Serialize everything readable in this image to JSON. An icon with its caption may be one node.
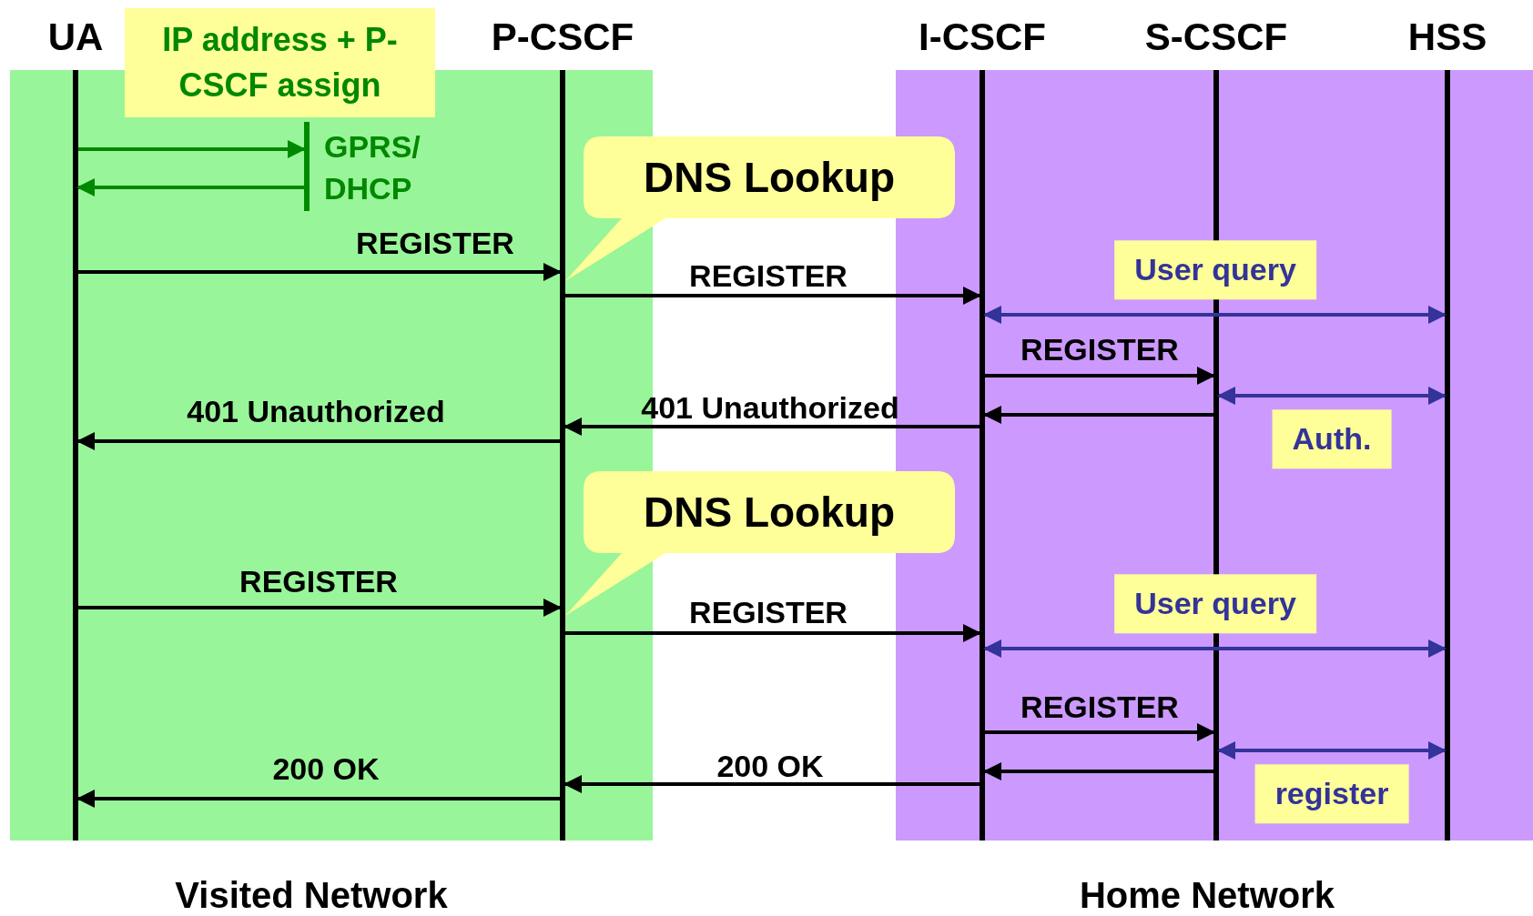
{
  "diagram": {
    "nodes": [
      {
        "text": [
          "Visited Network"
        ]
      },
      {
        "text": [
          "Home Network"
        ]
      },
      {
        "text": [
          "UA"
        ],
        "in": 0
      },
      {
        "text": [
          "P-CSCF"
        ],
        "in": 0
      },
      {
        "text": [
          "I-CSCF"
        ],
        "in": 1
      },
      {
        "text": [
          "S-CSCF"
        ],
        "in": 1
      },
      {
        "text": [
          "HSS"
        ],
        "in": 1
      },
      {
        "text": [
          "GPRS/ DHCP"
        ],
        "in": 0
      },
      {
        "text": [
          "IP address + P-CSCF assign"
        ],
        "in": 0
      },
      {
        "text": [
          "DNS Lookup"
        ]
      },
      {
        "text": [
          "DNS Lookup"
        ]
      }
    ],
    "edges": [
      {
        "from": 2,
        "to": 7,
        "arrow": "to",
        "color": "#008800"
      },
      {
        "from": 7,
        "to": 2,
        "arrow": "to",
        "color": "#008800"
      },
      {
        "from": 2,
        "to": 3,
        "arrow": "to",
        "label": "REGISTER"
      },
      {
        "from": 3,
        "to": 4,
        "arrow": "to",
        "label": "REGISTER"
      },
      {
        "from": 4,
        "to": 6,
        "arrow": "both",
        "label": "User query",
        "color": "#333399"
      },
      {
        "from": 4,
        "to": 5,
        "arrow": "to",
        "label": "REGISTER"
      },
      {
        "from": 5,
        "to": 6,
        "arrow": "both",
        "label": "Auth.",
        "color": "#333399"
      },
      {
        "from": 5,
        "to": 4,
        "arrow": "to"
      },
      {
        "from": 4,
        "to": 3,
        "arrow": "to",
        "label": "401 Unauthorized"
      },
      {
        "from": 3,
        "to": 2,
        "arrow": "to",
        "label": "401 Unauthorized"
      },
      {
        "from": 2,
        "to": 3,
        "arrow": "to",
        "label": "REGISTER"
      },
      {
        "from": 3,
        "to": 4,
        "arrow": "to",
        "label": "REGISTER"
      },
      {
        "from": 4,
        "to": 6,
        "arrow": "both",
        "label": "User query",
        "color": "#333399"
      },
      {
        "from": 4,
        "to": 5,
        "arrow": "to",
        "label": "REGISTER"
      },
      {
        "from": 5,
        "to": 6,
        "arrow": "both",
        "label": "register",
        "color": "#333399"
      },
      {
        "from": 5,
        "to": 4,
        "arrow": "to"
      },
      {
        "from": 4,
        "to": 3,
        "arrow": "to",
        "label": "200 OK"
      },
      {
        "from": 3,
        "to": 2,
        "arrow": "to",
        "label": "200 OK"
      }
    ]
  }
}
